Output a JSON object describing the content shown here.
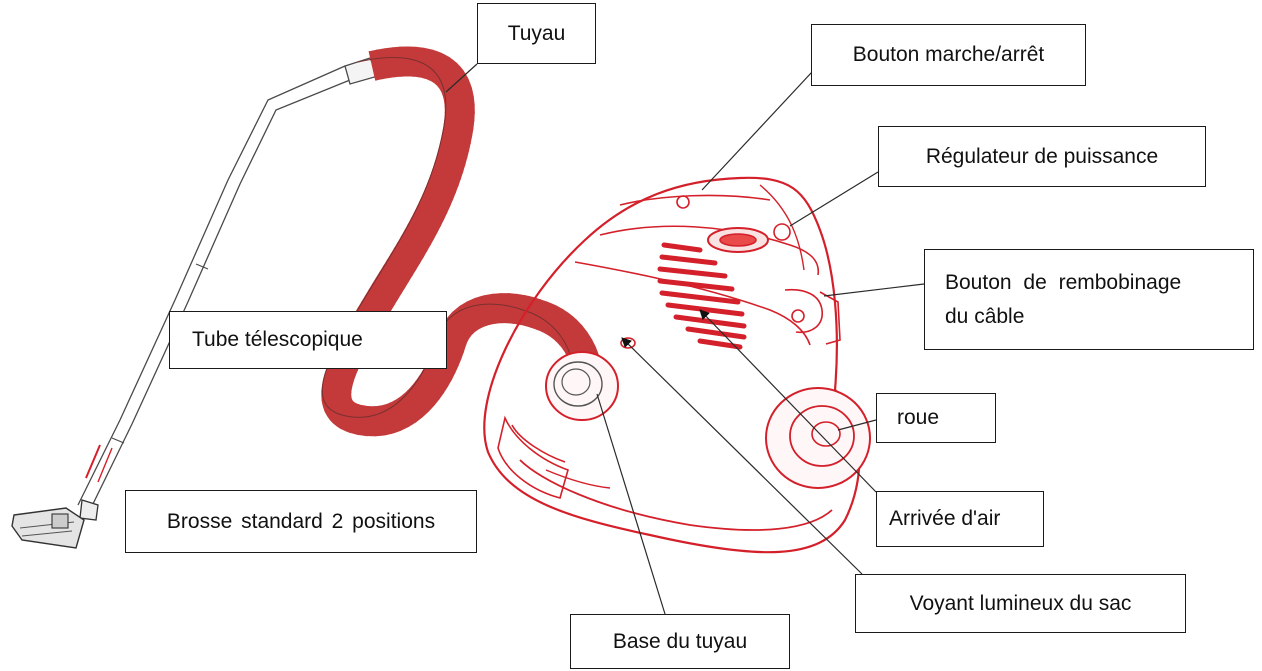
{
  "labels": {
    "tuyau": "Tuyau",
    "bouton_marche": "Bouton marche/arrêt",
    "regulateur": "Régulateur de puissance",
    "rembobinage_line1": "Bouton de rembobinage",
    "rembobinage_line2": "du câble",
    "tube": "Tube télescopique",
    "roue": "roue",
    "brosse": "Brosse standard 2 positions",
    "arrivee_air": "Arrivée d'air",
    "voyant": "Voyant lumineux du sac",
    "base_tuyau": "Base du tuyau"
  },
  "colors": {
    "vacuum_body": "#d4202a",
    "hose": "#c43a3a",
    "tube": "#4a4a4a",
    "label_border": "#1a1a1a"
  }
}
